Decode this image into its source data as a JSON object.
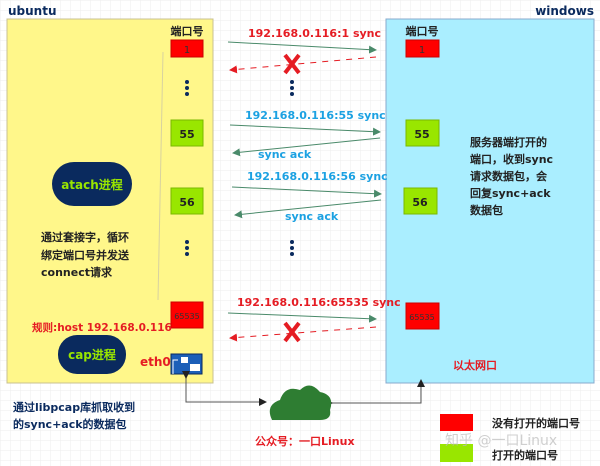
{
  "left_host": {
    "label": "ubuntu",
    "port_header": "端口号",
    "ports": [
      "1",
      "55",
      "56",
      "65535"
    ],
    "atach_process": "atach进程",
    "description": [
      "通过套接字，循环",
      "绑定端口号并发送",
      "connect请求"
    ],
    "rule": "规则:host 192.168.0.116",
    "cap_process": "cap进程",
    "nic_label": "eth0",
    "capture_note": [
      "通过libpcap库抓取收到",
      "的sync+ack的数据包"
    ]
  },
  "right_host": {
    "label": "windows",
    "port_header": "端口号",
    "ports": [
      "1",
      "55",
      "56",
      "65535"
    ],
    "description": [
      "服务器端打开的",
      "端口，收到sync",
      "请求数据包，会",
      "回复sync+ack",
      "数据包"
    ],
    "nic_label": "以太网口"
  },
  "messages": {
    "sync_1": "192.168.0.116:1 sync",
    "sync_55": "192.168.0.116:55 sync",
    "ack_55": "sync ack",
    "sync_56": "192.168.0.116:56 sync",
    "ack_56": "sync ack",
    "sync_65535": "192.168.0.116:65535 sync"
  },
  "network_label": "公众号：一口Linux",
  "legend": [
    {
      "label": "没有打开的端口号",
      "color": "#ff0000"
    },
    {
      "label": "打开的端口号",
      "color": "#99e600"
    }
  ],
  "watermark": "知乎 @一口Linux",
  "colors": {
    "closed_port": "#ff0000",
    "open_port": "#99e600",
    "ubuntu_bg": "#fff78a",
    "windows_bg": "#aaeeff",
    "process_bg": "#0a2a5e",
    "closed_msg": "#e51c23",
    "open_msg": "#1ba1e2",
    "arrow": "#4a8a6a"
  }
}
